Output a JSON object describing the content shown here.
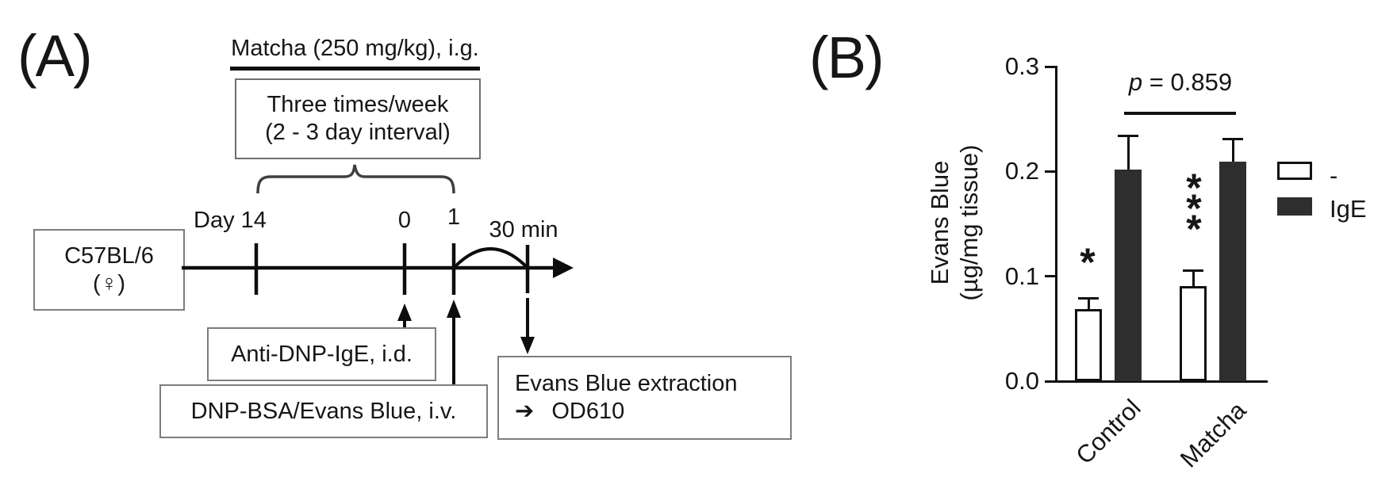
{
  "panel_a": {
    "label": "(A)",
    "treatment_label": "Matcha (250 mg/kg), i.g.",
    "schedule_box": {
      "line1": "Three times/week",
      "line2": "(2 - 3 day interval)"
    },
    "subject_box": {
      "line1": "C57BL/6",
      "line2": "(♀)"
    },
    "timeline": {
      "day_label": "Day 14",
      "tick_0": "0",
      "tick_1": "1",
      "post_tick_label": "30 min"
    },
    "ige_box_label": "Anti-DNP-IgE, i.d.",
    "challenge_box_label": "DNP-BSA/Evans Blue, i.v.",
    "extraction_box": {
      "line1": "Evans Blue extraction",
      "arrow_icon": "➔",
      "line2": "OD610"
    }
  },
  "panel_b": {
    "label": "(B)",
    "chart_data": {
      "type": "bar",
      "categories": [
        "Control",
        "Matcha"
      ],
      "series": [
        {
          "name": "-",
          "fill": "#ffffff",
          "values": [
            0.069,
            0.091
          ],
          "errors_plus": [
            0.01,
            0.015
          ]
        },
        {
          "name": "IgE",
          "fill": "#2e2e2e",
          "values": [
            0.202,
            0.209
          ],
          "errors_plus": [
            0.032,
            0.022
          ]
        }
      ],
      "ylabel_lines": [
        "Evans Blue",
        "(µg/mg tissue)"
      ],
      "ylim": [
        0.0,
        0.3
      ],
      "ytick_labels": [
        "0.0",
        "0.1",
        "0.2",
        "0.3"
      ],
      "grid": false,
      "legend_position": "right",
      "annotations": {
        "p_italic": "p",
        "p_rest": "= 0.859",
        "significance_control_minus": "*",
        "significance_matcha_minus": "***"
      }
    },
    "legend": [
      {
        "label": "-",
        "fill": "#ffffff"
      },
      {
        "label": "IgE",
        "fill": "#2e2e2e"
      }
    ]
  }
}
